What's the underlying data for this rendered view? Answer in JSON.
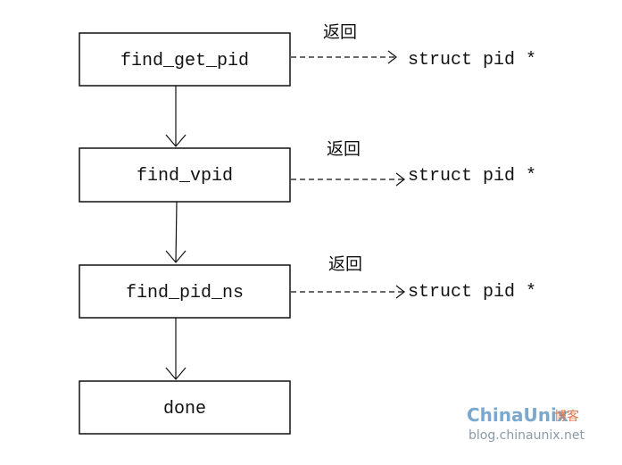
{
  "nodes": [
    {
      "id": "find_get_pid",
      "label": "find_get_pid",
      "returns": "struct pid *",
      "return_tag": "返回"
    },
    {
      "id": "find_vpid",
      "label": "find_vpid",
      "returns": "struct pid *",
      "return_tag": "返回"
    },
    {
      "id": "find_pid_ns",
      "label": "find_pid_ns",
      "returns": "struct pid *",
      "return_tag": "返回"
    },
    {
      "id": "done",
      "label": "done"
    }
  ],
  "watermark": {
    "logo_text": "ChinaUnix",
    "logo_suffix": "博客",
    "url": "blog.chinaunix.net",
    "colors": {
      "logo": "#7aa8cf",
      "suffix": "#d9794a",
      "url": "#8a9aa8"
    }
  },
  "colors": {
    "line": "#111111",
    "box_fill": "#ffffff"
  }
}
